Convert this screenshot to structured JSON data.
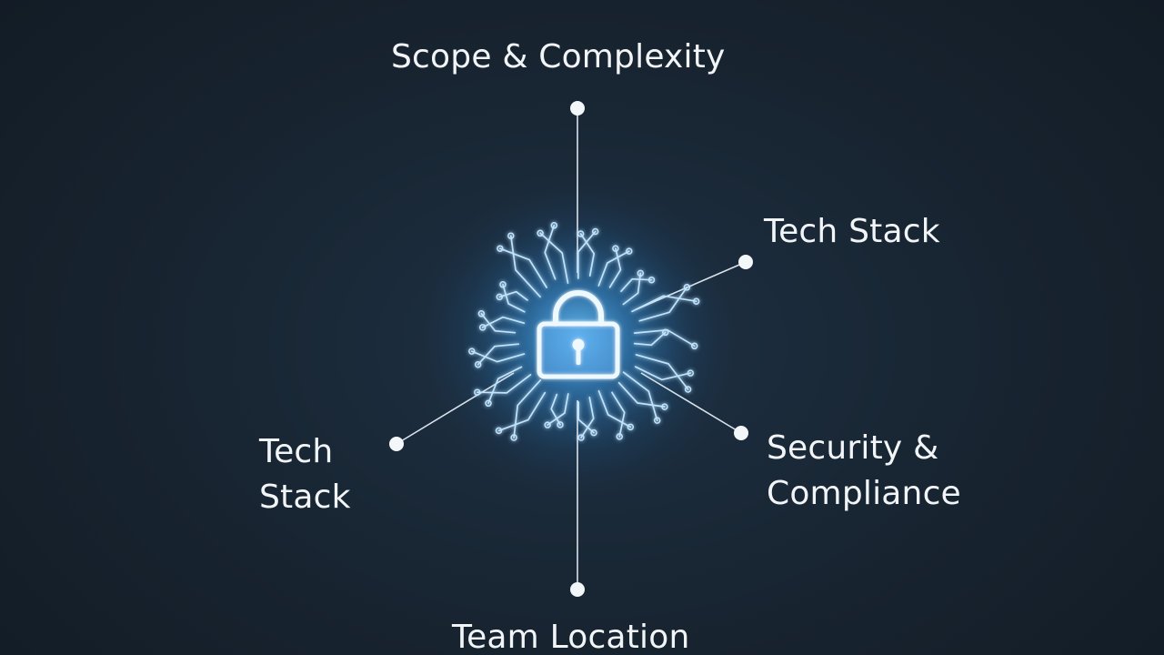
{
  "diagram": {
    "center": {
      "icon": "padlock-icon"
    },
    "nodes": {
      "top": {
        "label": "Scope & Complexity"
      },
      "right_upper": {
        "label": "Tech Stack"
      },
      "left": {
        "lines": [
          "Tech",
          "Stack"
        ]
      },
      "right_lower": {
        "lines": [
          "Security &",
          "Compliance"
        ]
      },
      "bottom": {
        "label": "Team Location"
      }
    },
    "colors": {
      "background": "#17232f",
      "glow": "#4fb4ff",
      "circuit": "#bfe4ff",
      "connector": "#d9e2ea",
      "text": "#f2f5f8"
    }
  }
}
